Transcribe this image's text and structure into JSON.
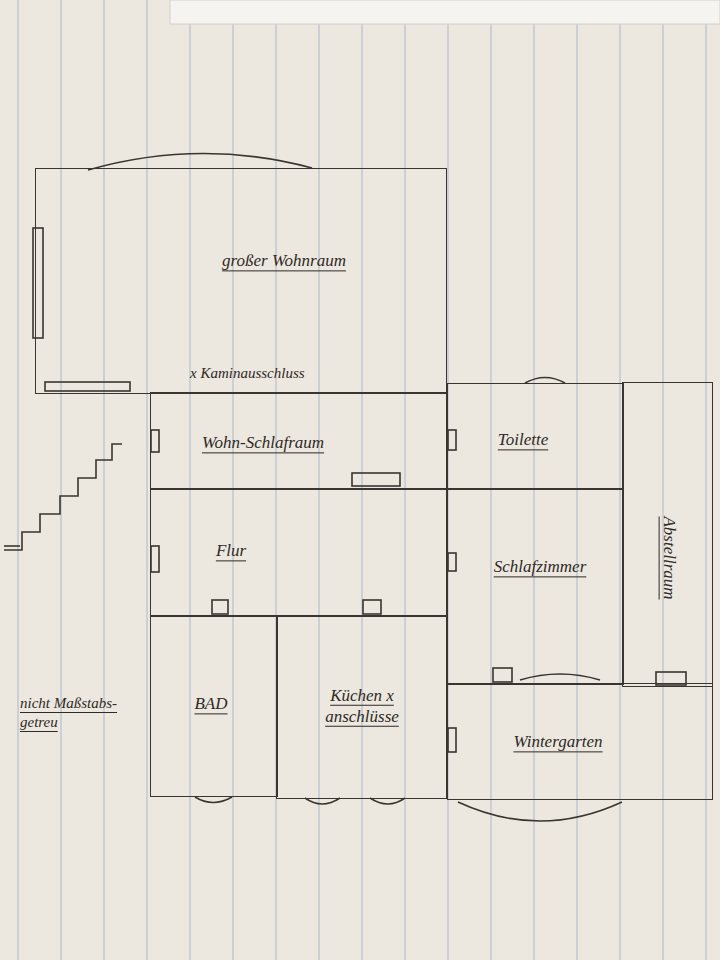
{
  "diagram": {
    "nodes": [
      {
        "text": [
          "großer Wohnraum"
        ]
      },
      {
        "text": [
          "Wohn-Schlafraum"
        ]
      },
      {
        "text": [
          "Toilette"
        ]
      },
      {
        "text": [
          "Flur"
        ]
      },
      {
        "text": [
          "Schlafzimmer"
        ]
      },
      {
        "text": [
          "Abstellraum"
        ]
      },
      {
        "text": [
          "BAD"
        ]
      },
      {
        "text": [
          "Küchen x anschlüsse"
        ]
      },
      {
        "text": [
          "Wintergarten"
        ]
      }
    ],
    "labels": [
      "x Kaminausschluss",
      "nicht Maßstabs- getreu"
    ]
  }
}
